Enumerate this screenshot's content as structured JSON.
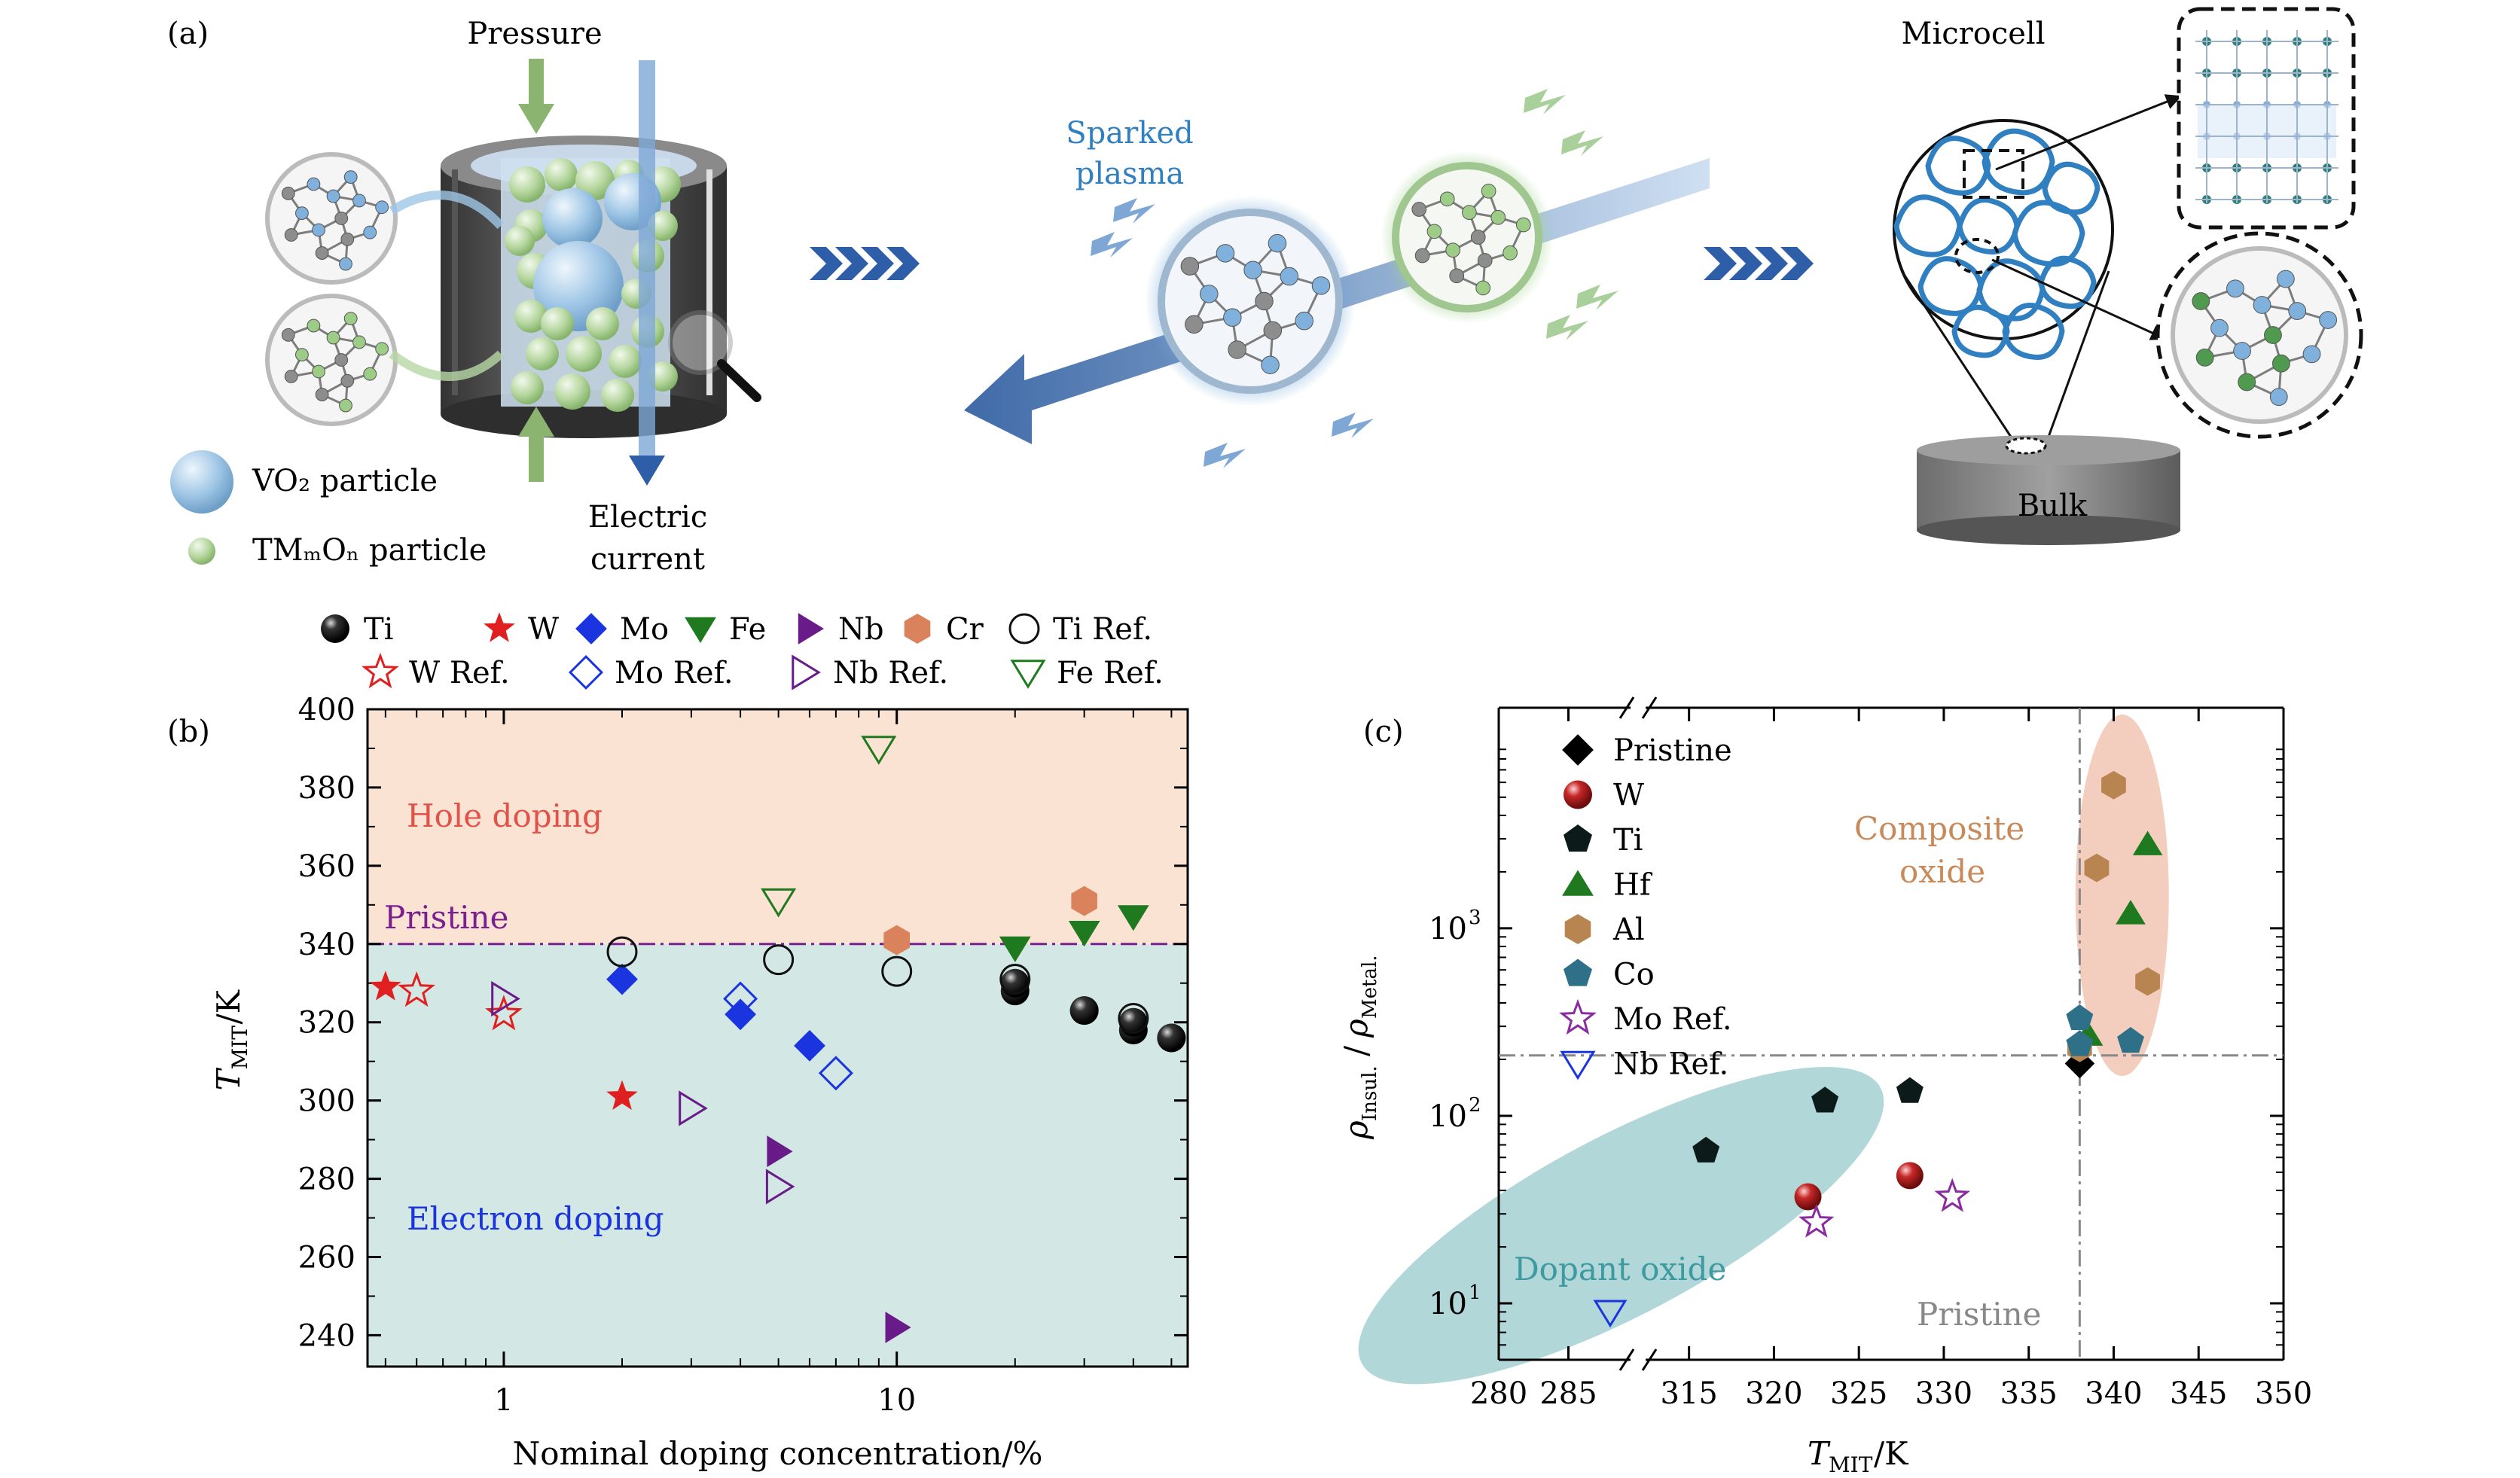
{
  "panel_a": {
    "label": "(a)",
    "pressure": "Pressure",
    "sparked_line1": "Sparked",
    "sparked_line2": "plasma",
    "microcell": "Microcell",
    "bulk": "Bulk",
    "electric_line1": "Electric",
    "electric_line2": "current",
    "legend_vo2": "VO₂ particle",
    "legend_tm": "TMₘOₙ particle"
  },
  "colors": {
    "vo2": "#a9cde8",
    "tm": "#b7d8a4",
    "chevron": "#2f5ea8",
    "hole": "#fbe3d4",
    "electron": "#d3e8e4",
    "ellipse_teal": "#a8d3d4",
    "ellipse_pink": "#f2c9b8"
  },
  "chart_data": [
    {
      "panel": "(b)",
      "type": "scatter",
      "x_scale": "log",
      "xlabel": "Nominal doping concentration/%",
      "ylabel": "T",
      "ylabel_sub": "MIT",
      "ylabel_unit": "/K",
      "xlim": [
        0.45,
        55
      ],
      "ylim": [
        232,
        400
      ],
      "xticks": [
        1,
        10
      ],
      "yticks": [
        240,
        260,
        280,
        300,
        320,
        340,
        360,
        380,
        400
      ],
      "pristine_line": 340,
      "regions": {
        "hole": "Hole doping",
        "pristine": "Pristine",
        "electron": "Electron doping"
      },
      "legend_row1": [
        "Ti",
        "W",
        "Mo",
        "Fe",
        "Nb",
        "Cr",
        "Ti Ref."
      ],
      "legend_row2": [
        "W Ref.",
        "Mo Ref.",
        "Nb Ref.",
        "Fe Ref."
      ],
      "series": [
        {
          "name": "Ti",
          "marker": "ball",
          "color": "#111111",
          "x": [
            20,
            30,
            40,
            50,
            20,
            30,
            40,
            50
          ],
          "y": [
            328,
            323,
            318,
            316,
            330,
            323,
            320,
            316
          ]
        },
        {
          "name": "W",
          "marker": "star",
          "color": "#e02020",
          "x": [
            0.5,
            2
          ],
          "y": [
            329,
            301
          ]
        },
        {
          "name": "Mo",
          "marker": "diamond",
          "color": "#1a35e0",
          "x": [
            2,
            4,
            6
          ],
          "y": [
            331,
            322,
            314
          ]
        },
        {
          "name": "Fe",
          "marker": "tri-down",
          "color": "#1f7a1f",
          "x": [
            20,
            30,
            40
          ],
          "y": [
            339,
            343,
            347
          ]
        },
        {
          "name": "Nb",
          "marker": "tri-right",
          "color": "#6a1b8a",
          "x": [
            5,
            10
          ],
          "y": [
            287,
            242
          ]
        },
        {
          "name": "Cr",
          "marker": "hexagon",
          "color": "#d9825b",
          "x": [
            10,
            30
          ],
          "y": [
            341,
            351
          ]
        },
        {
          "name": "Ti Ref.",
          "marker": "circle-open",
          "color": "#111111",
          "x": [
            2,
            5,
            10,
            20,
            40
          ],
          "y": [
            338,
            336,
            333,
            331,
            321
          ]
        },
        {
          "name": "W Ref.",
          "marker": "star-open",
          "color": "#e02020",
          "x": [
            0.6,
            1
          ],
          "y": [
            328,
            322
          ]
        },
        {
          "name": "Mo Ref.",
          "marker": "diamond-open",
          "color": "#1a35e0",
          "x": [
            4,
            7
          ],
          "y": [
            326,
            307
          ]
        },
        {
          "name": "Nb Ref.",
          "marker": "tri-right-open",
          "color": "#6a1b8a",
          "x": [
            1,
            3,
            5
          ],
          "y": [
            326,
            298,
            278
          ]
        },
        {
          "name": "Fe Ref.",
          "marker": "tri-down-open",
          "color": "#1f7a1f",
          "x": [
            5,
            9
          ],
          "y": [
            351,
            390
          ]
        }
      ]
    },
    {
      "panel": "(c)",
      "type": "scatter",
      "y_scale": "log",
      "xlabel": "T",
      "xlabel_sub": "MIT",
      "xlabel_unit": "/K",
      "ylabel": "ρ",
      "ylabel_sub1": "Insul.",
      "ylabel_sub2": "Metal.",
      "xlim_left": [
        280,
        290
      ],
      "xlim_right": [
        312,
        350
      ],
      "ylim": [
        5,
        15000
      ],
      "xticks": [
        280,
        285,
        315,
        320,
        325,
        330,
        335,
        340,
        345,
        350
      ],
      "yticks": [
        10,
        100,
        1000
      ],
      "ytick_labels": [
        "10",
        "10",
        "10"
      ],
      "ytick_sups": [
        "1",
        "2",
        "3"
      ],
      "crosshair": {
        "x": 338,
        "y": 210
      },
      "annotations": {
        "composite1": "Composite",
        "composite2": "oxide",
        "dopant": "Dopant oxide",
        "pristine": "Pristine"
      },
      "series": [
        {
          "name": "Pristine",
          "marker": "diamond",
          "color": "#000000",
          "x": [
            338
          ],
          "y": [
            190
          ]
        },
        {
          "name": "W",
          "marker": "ball",
          "color": "#b71c1c",
          "x": [
            322,
            328
          ],
          "y": [
            37,
            48
          ]
        },
        {
          "name": "Ti",
          "marker": "pentagon",
          "color": "#0d1a1a",
          "x": [
            316,
            323,
            328
          ],
          "y": [
            65,
            120,
            135
          ]
        },
        {
          "name": "Hf",
          "marker": "tri-up",
          "color": "#1f7a1f",
          "x": [
            342,
            341,
            338.5
          ],
          "y": [
            2800,
            1200,
            270
          ]
        },
        {
          "name": "Al",
          "marker": "hexagon",
          "color": "#b8844f",
          "x": [
            340,
            339,
            342,
            338
          ],
          "y": [
            5800,
            2100,
            520,
            230
          ]
        },
        {
          "name": "Co",
          "marker": "pentagon",
          "color": "#2e7088",
          "x": [
            338,
            341,
            338
          ],
          "y": [
            330,
            250,
            240
          ]
        },
        {
          "name": "Mo Ref.",
          "marker": "star-open",
          "color": "#8a2ba0",
          "x": [
            322.5,
            330.5
          ],
          "y": [
            27,
            37
          ]
        },
        {
          "name": "Nb Ref.",
          "marker": "tri-down-open",
          "color": "#1a35e0",
          "x": [
            288
          ],
          "y": [
            9
          ]
        }
      ]
    }
  ]
}
